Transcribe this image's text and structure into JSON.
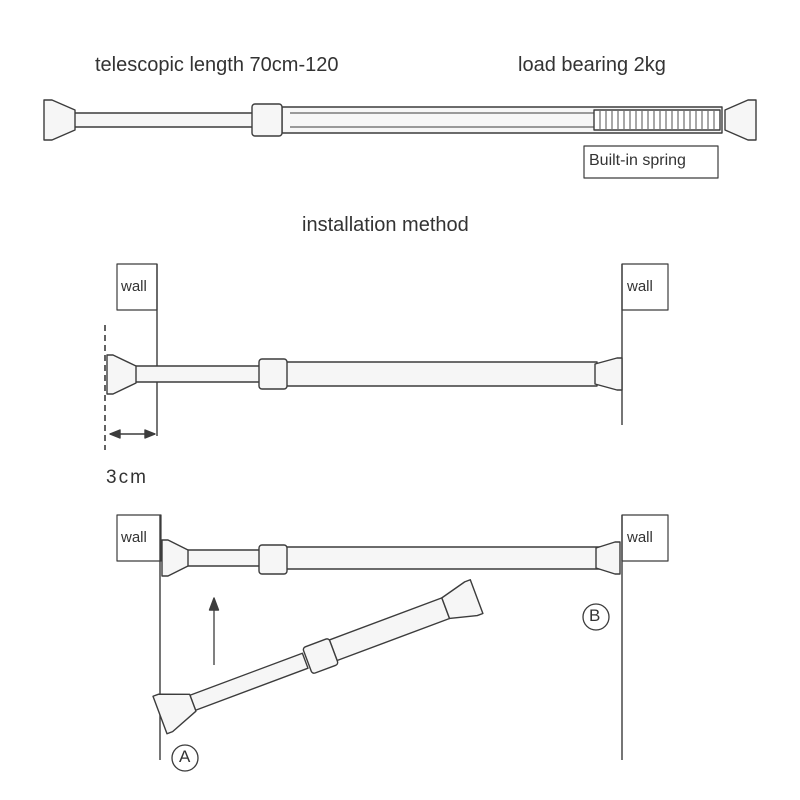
{
  "header": {
    "telescopic_length": "telescopic length 70cm-120",
    "load_bearing": "load bearing 2kg",
    "spring_label": "Built-in spring"
  },
  "section_title": "installation method",
  "wall_label": "wall",
  "gap_label": "3cm",
  "point_a": "A",
  "point_b": "B",
  "colors": {
    "stroke": "#3c3c3c",
    "rod_fill": "#f6f6f6",
    "background": "#ffffff"
  }
}
